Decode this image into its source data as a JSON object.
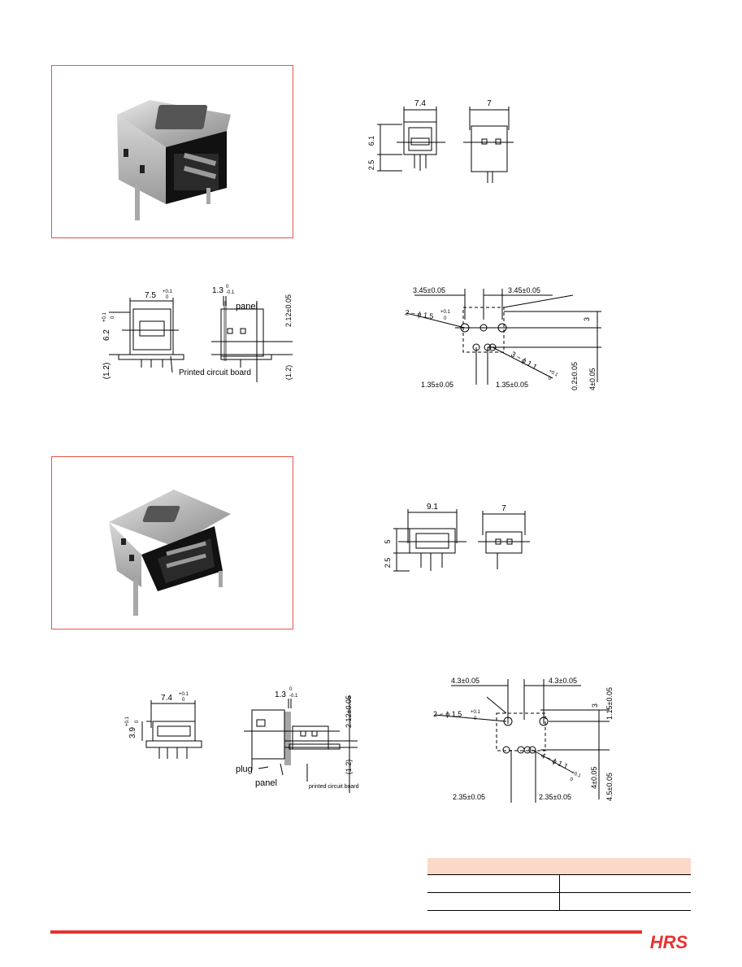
{
  "colors": {
    "accent": "#e8312e",
    "table_header": "#fbd9c9",
    "photo_border": "#e8534a"
  },
  "logo": {
    "text": "HRS"
  },
  "section1": {
    "photo_alt": "right-angle header connector photo",
    "ext": {
      "w": "7.4",
      "h_top": "6.1",
      "h_bot": "2.5",
      "side_w": "7"
    },
    "panel": {
      "w": "7.5",
      "w_tol_top": "+0.1",
      "w_tol_bot": "0",
      "h": "6.2",
      "h_tol_top": "+0.1",
      "h_tol_bot": "0",
      "lead": "(1.2)",
      "pcb_label": "Printed circuit board",
      "thk": "1.3",
      "thk_tol_top": "0",
      "thk_tol_bot": "-0.1",
      "panel_label": "panel",
      "height": "2.12±0.05",
      "lead2": "(1.2)"
    },
    "pcb": {
      "pitch_l": "3.45±0.05",
      "pitch_r": "3.45±0.05",
      "hole_big": "2 − ϕ 1.5",
      "hole_big_tol_top": "+0.1",
      "hole_big_tol_bot": "0",
      "hole_small": "3 − ϕ 1.1",
      "hole_small_tol_top": "+0.1",
      "hole_small_tol_bot": "0",
      "d3": "3",
      "d02": "0.2±0.05",
      "d4": "4±0.05",
      "bot_l": "1.35±0.05",
      "bot_r": "1.35±0.05"
    }
  },
  "section2": {
    "photo_alt": "horizontal header connector photo",
    "ext": {
      "w": "9.1",
      "h_top": "5",
      "h_bot": "2.5",
      "side_w": "7"
    },
    "panel": {
      "w": "7.4",
      "w_tol_top": "+0.1",
      "w_tol_bot": "0",
      "h": "3.9",
      "h_tol_top": "+0.1",
      "h_tol_bot": "0",
      "thk": "1.3",
      "thk_tol_top": "0",
      "thk_tol_bot": "-0.1",
      "height": "2.12±0.05",
      "lead": "(1.2)",
      "plug_label": "plug",
      "panel_label": "panel",
      "pcb_label": "printed circuit board"
    },
    "pcb": {
      "pitch_l": "4.3±0.05",
      "pitch_r": "4.3±0.05",
      "hole_big": "2 − ϕ 1.5",
      "hole_big_tol_top": "+0.1",
      "hole_big_tol_bot": "0",
      "hole_small": "4 − ϕ 1.1",
      "hole_small_tol_top": "+0.1",
      "hole_small_tol_bot": "0",
      "d3": "3",
      "d115": "1.15±0.05",
      "d4": "4±0.05",
      "d45": "4.5±0.05",
      "bot_l": "2.35±0.05",
      "bot_r": "2.35±0.05"
    }
  },
  "table": {
    "headers": [
      "",
      ""
    ],
    "rows": [
      [
        "",
        ""
      ],
      [
        "",
        ""
      ]
    ]
  }
}
